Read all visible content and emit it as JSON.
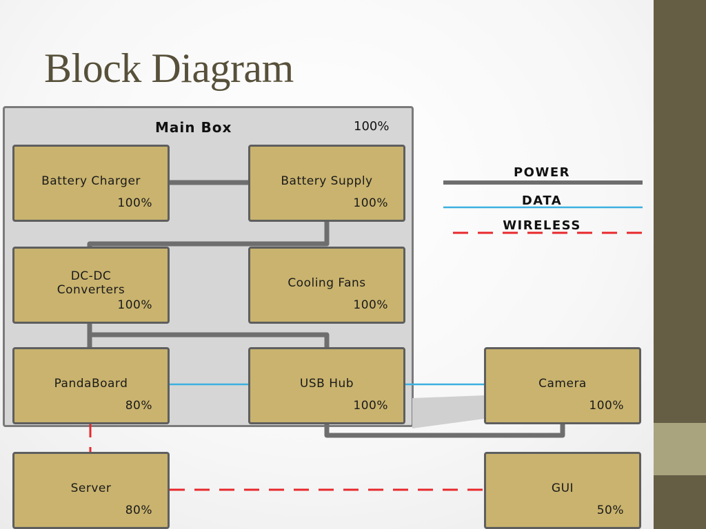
{
  "title": "Block Diagram",
  "main_box": {
    "label": "Main Box",
    "percent": "100%"
  },
  "blocks": {
    "battery_charger": {
      "name": "Battery Charger",
      "percent": "100%"
    },
    "battery_supply": {
      "name": "Battery Supply",
      "percent": "100%"
    },
    "dcdc": {
      "name_line1": "DC-DC",
      "name_line2": "Converters",
      "percent": "100%"
    },
    "cooling_fans": {
      "name": "Cooling Fans",
      "percent": "100%"
    },
    "pandaboard": {
      "name": "PandaBoard",
      "percent": "80%"
    },
    "usb_hub": {
      "name": "USB Hub",
      "percent": "100%"
    },
    "camera": {
      "name": "Camera",
      "percent": "100%"
    },
    "server": {
      "name": "Server",
      "percent": "80%"
    },
    "gui": {
      "name": "GUI",
      "percent": "50%"
    }
  },
  "legend": {
    "power": "POWER",
    "data": "DATA",
    "wireless": "WIRELESS"
  },
  "colors": {
    "block_fill": "#c9b36e",
    "main_box_fill": "#d6d6d6",
    "power_line": "#6e6e6e",
    "data_line": "#3bb0e0",
    "wireless_line": "#e8282c",
    "sidebar": "#665d45",
    "sidebar_accent": "#a9a47e",
    "title_text": "#57503a"
  }
}
